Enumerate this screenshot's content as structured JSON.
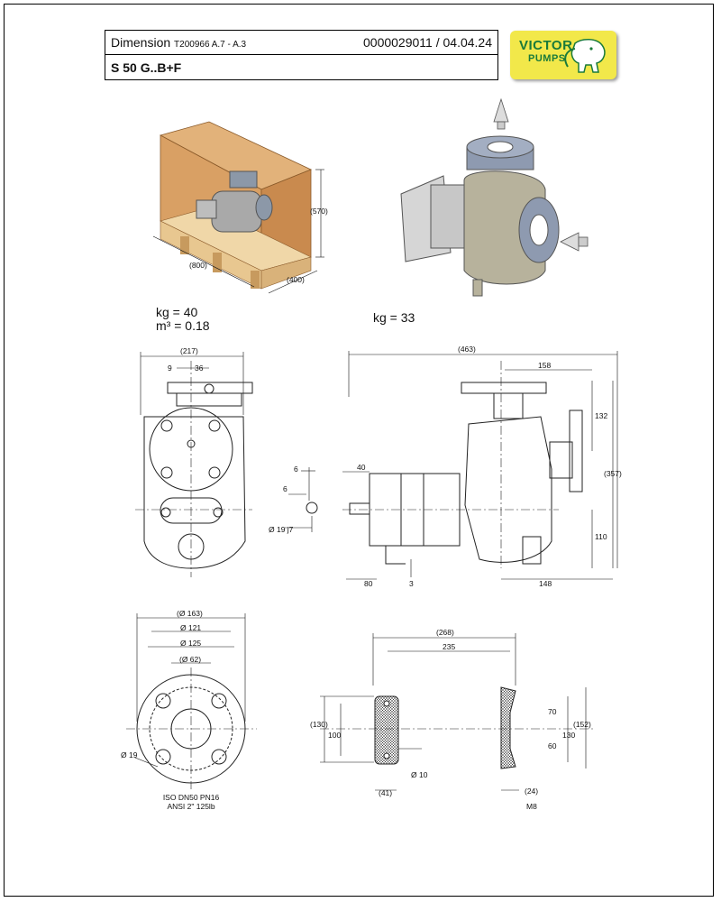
{
  "header": {
    "doc_type": "Dimension",
    "doc_ref": "T200966 A.7 - A.3",
    "doc_number": "0000029011 / 04.04.24",
    "model": "S 50 G..B+F"
  },
  "logo": {
    "line1": "VICTOR",
    "line2": "PUMPS",
    "icon": "elephant-logo-icon"
  },
  "packaging": {
    "weight": "kg = 40",
    "volume": "m³ = 0.18",
    "dims": {
      "height": "(570)",
      "length": "(800)",
      "width": "(400)"
    }
  },
  "pump": {
    "weight": "kg = 33"
  },
  "front_view": {
    "overall_width": "(217)",
    "dim_9": "9",
    "dim_36": "36"
  },
  "shaft": {
    "d6a": "6",
    "d6b": "6",
    "diameter": "Ø 19 j7"
  },
  "side_view": {
    "overall_length": "(463)",
    "d158": "158",
    "d132": "132",
    "d357": "(357)",
    "d110": "110",
    "d40": "40",
    "d80": "80",
    "d3": "3",
    "d148": "148"
  },
  "flange": {
    "d163": "(Ø 163)",
    "d121": "Ø 121",
    "d125": "Ø 125",
    "d62": "(Ø 62)",
    "hole": "Ø 19",
    "std1": "ISO DN50 PN16",
    "std2": "ANSI 2\" 125lb"
  },
  "feet": {
    "d268": "(268)",
    "d235": "235",
    "d130a": "(130)",
    "d100": "100",
    "d10": "Ø 10",
    "d41": "(41)",
    "d70": "70",
    "d60": "60",
    "d130b": "130",
    "d152": "(152)",
    "d24": "(24)",
    "m8": "M8"
  }
}
